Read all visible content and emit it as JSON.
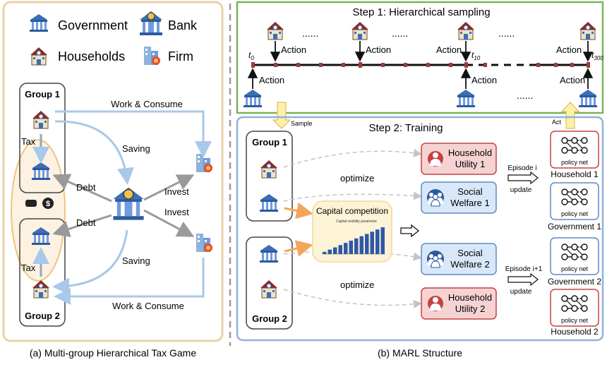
{
  "left_panel": {
    "legend": {
      "government": "Government",
      "bank": "Bank",
      "households": "Households",
      "firm": "Firm"
    },
    "group1": "Group 1",
    "group2": "Group 2",
    "labels": {
      "work_consume_top": "Work & Consume",
      "work_consume_bottom": "Work & Consume",
      "saving_top": "Saving",
      "saving_bottom": "Saving",
      "debt_top": "Debt",
      "debt_bottom": "Debt",
      "invest_top": "Invest",
      "invest_bottom": "Invest",
      "tax_top": "Tax",
      "tax_bottom": "Tax"
    },
    "caption": "(a) Multi-group Hierarchical Tax Game"
  },
  "right_panel": {
    "step1": {
      "title": "Step 1: Hierarchical sampling",
      "action": "Action",
      "dots": "......",
      "t0": "t",
      "t0_sub": "0",
      "t10": "t",
      "t10_sub": "10",
      "t300": "t",
      "t300_sub": "300"
    },
    "sample": "Sample",
    "act": "Act",
    "step2": {
      "title": "Step 2: Training",
      "group1": "Group 1",
      "group2": "Group 2",
      "optimize_top": "optimize",
      "optimize_bottom": "optimize",
      "household_utility_1": [
        "Household",
        "Utility 1"
      ],
      "social_welfare_1": [
        "Social",
        "Welfare 1"
      ],
      "social_welfare_2": [
        "Social",
        "Welfare 2"
      ],
      "household_utility_2": [
        "Household",
        "Utility 2"
      ],
      "capital_competition": "Capital competition",
      "capital_legend": "Capital mobility parameter",
      "episode_i": "Episode i",
      "episode_i1": "Episode i+1",
      "update": "update",
      "policy_net": "policy net",
      "nets": [
        "Household 1",
        "Government 1",
        "Government 2",
        "Household 2"
      ]
    },
    "caption": "(b) MARL Structure"
  },
  "colors": {
    "left_border": "#e8d2a8",
    "step1_border": "#7cb35a",
    "step2_border": "#8fb3d9",
    "light_blue_arrow": "#a9c8ea",
    "grey_arrow": "#9a9a9a",
    "orange": "#f2a65a",
    "red_box_fill": "#f6d3d3",
    "red_box_border": "#c64141",
    "blue_box_fill": "#d9e8f8",
    "blue_box_border": "#5d8ac4",
    "timeline_marker": "#a23a3a"
  },
  "chart_data": {
    "type": "bar",
    "title": "Capital competition",
    "series": [
      {
        "name": "Capital mobility parameter",
        "values": [
          0.1,
          0.2,
          0.3,
          0.4,
          0.5,
          0.6,
          0.7,
          0.8,
          0.9,
          1.0,
          1.1,
          1.2
        ]
      }
    ]
  }
}
